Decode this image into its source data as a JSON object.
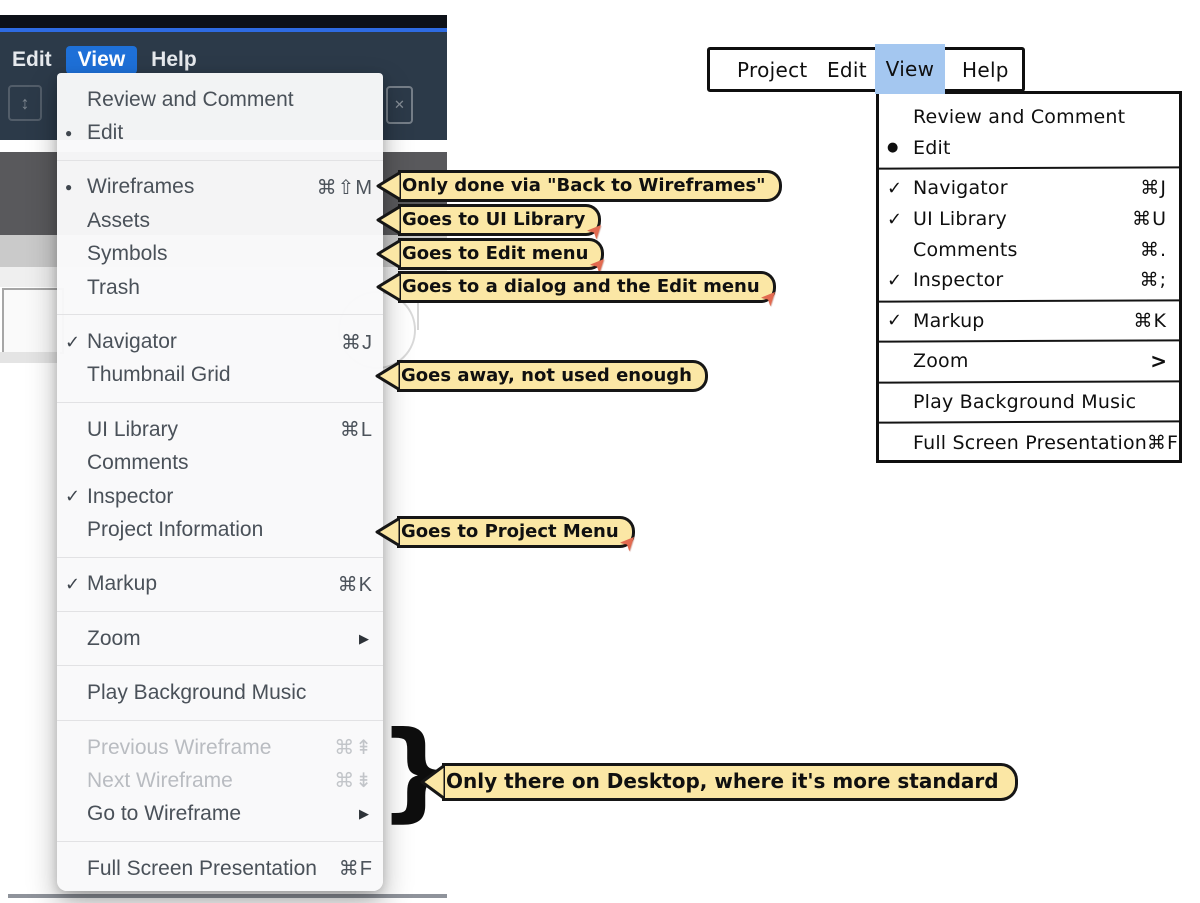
{
  "colors": {
    "header_bg": "#2c3a49",
    "header_strip_blue": "#2e6be2",
    "active_menu_blue": "#1e70d8",
    "wireframe_highlight_blue": "#a4c7f0",
    "callout_yellow": "#fbe7a5",
    "callout_border": "#161616",
    "link_arrow_orange": "#e26a50"
  },
  "glyphs": {
    "bullet": "●",
    "check": "✓",
    "submenu_arrow": "▶",
    "wf_submenu_chevron": ">",
    "updown": "↕",
    "close_x": "✕",
    "link_arrow": "➤",
    "brace": "}"
  },
  "app_header": {
    "menubar": [
      {
        "label": "Edit"
      },
      {
        "label": "View",
        "active": true
      },
      {
        "label": "Help"
      }
    ]
  },
  "left_menu": {
    "groups": [
      {
        "items": [
          {
            "label": "Review and Comment"
          },
          {
            "label": "Edit",
            "bullet": true
          }
        ]
      },
      {
        "items": [
          {
            "label": "Wireframes",
            "bullet": true,
            "shortcut": "⌘⇧M"
          },
          {
            "label": "Assets"
          },
          {
            "label": "Symbols"
          },
          {
            "label": "Trash"
          }
        ]
      },
      {
        "items": [
          {
            "label": "Navigator",
            "check": true,
            "shortcut": "⌘J"
          },
          {
            "label": "Thumbnail Grid"
          }
        ]
      },
      {
        "items": [
          {
            "label": "UI Library",
            "shortcut": "⌘L"
          },
          {
            "label": "Comments"
          },
          {
            "label": "Inspector",
            "check": true
          },
          {
            "label": "Project Information"
          }
        ]
      },
      {
        "items": [
          {
            "label": "Markup",
            "check": true,
            "shortcut": "⌘K"
          }
        ]
      },
      {
        "items": [
          {
            "label": "Zoom",
            "submenu": true
          }
        ]
      },
      {
        "items": [
          {
            "label": "Play Background Music"
          }
        ]
      },
      {
        "items": [
          {
            "label": "Previous Wireframe",
            "disabled": true,
            "shortcut": "⌘⇞"
          },
          {
            "label": "Next Wireframe",
            "disabled": true,
            "shortcut": "⌘⇟"
          },
          {
            "label": "Go to Wireframe",
            "submenu": true
          }
        ]
      },
      {
        "items": [
          {
            "label": "Full Screen Presentation",
            "shortcut": "⌘F"
          }
        ]
      }
    ]
  },
  "callouts": [
    {
      "text": "Only done via \"Back to Wireframes\""
    },
    {
      "text": "Goes to UI Library",
      "link_arrow": true
    },
    {
      "text": "Goes to Edit menu",
      "link_arrow": true
    },
    {
      "text": "Goes to a dialog and the Edit menu",
      "link_arrow": true
    },
    {
      "text": "Goes away, not used enough"
    },
    {
      "text": "Goes to Project Menu",
      "link_arrow": true
    },
    {
      "text": "Only there on Desktop, where it's more standard",
      "large": true
    }
  ],
  "wireframe": {
    "menubar": [
      {
        "label": "Project"
      },
      {
        "label": "Edit"
      },
      {
        "label": "View",
        "active": true
      },
      {
        "label": "Help"
      }
    ],
    "menu": {
      "groups": [
        {
          "items": [
            {
              "label": "Review and Comment"
            },
            {
              "label": "Edit",
              "bullet": true
            }
          ]
        },
        {
          "items": [
            {
              "label": "Navigator",
              "check": true,
              "shortcut": "⌘J"
            },
            {
              "label": "UI Library",
              "check": true,
              "shortcut": "⌘U"
            },
            {
              "label": "Comments",
              "shortcut": "⌘."
            },
            {
              "label": "Inspector",
              "check": true,
              "shortcut": "⌘;"
            }
          ]
        },
        {
          "items": [
            {
              "label": "Markup",
              "check": true,
              "shortcut": "⌘K"
            }
          ]
        },
        {
          "items": [
            {
              "label": "Zoom",
              "submenu": true
            }
          ]
        },
        {
          "items": [
            {
              "label": "Play Background Music"
            }
          ]
        },
        {
          "items": [
            {
              "label": "Full Screen Presentation",
              "shortcut": "⌘F"
            }
          ]
        }
      ]
    }
  }
}
